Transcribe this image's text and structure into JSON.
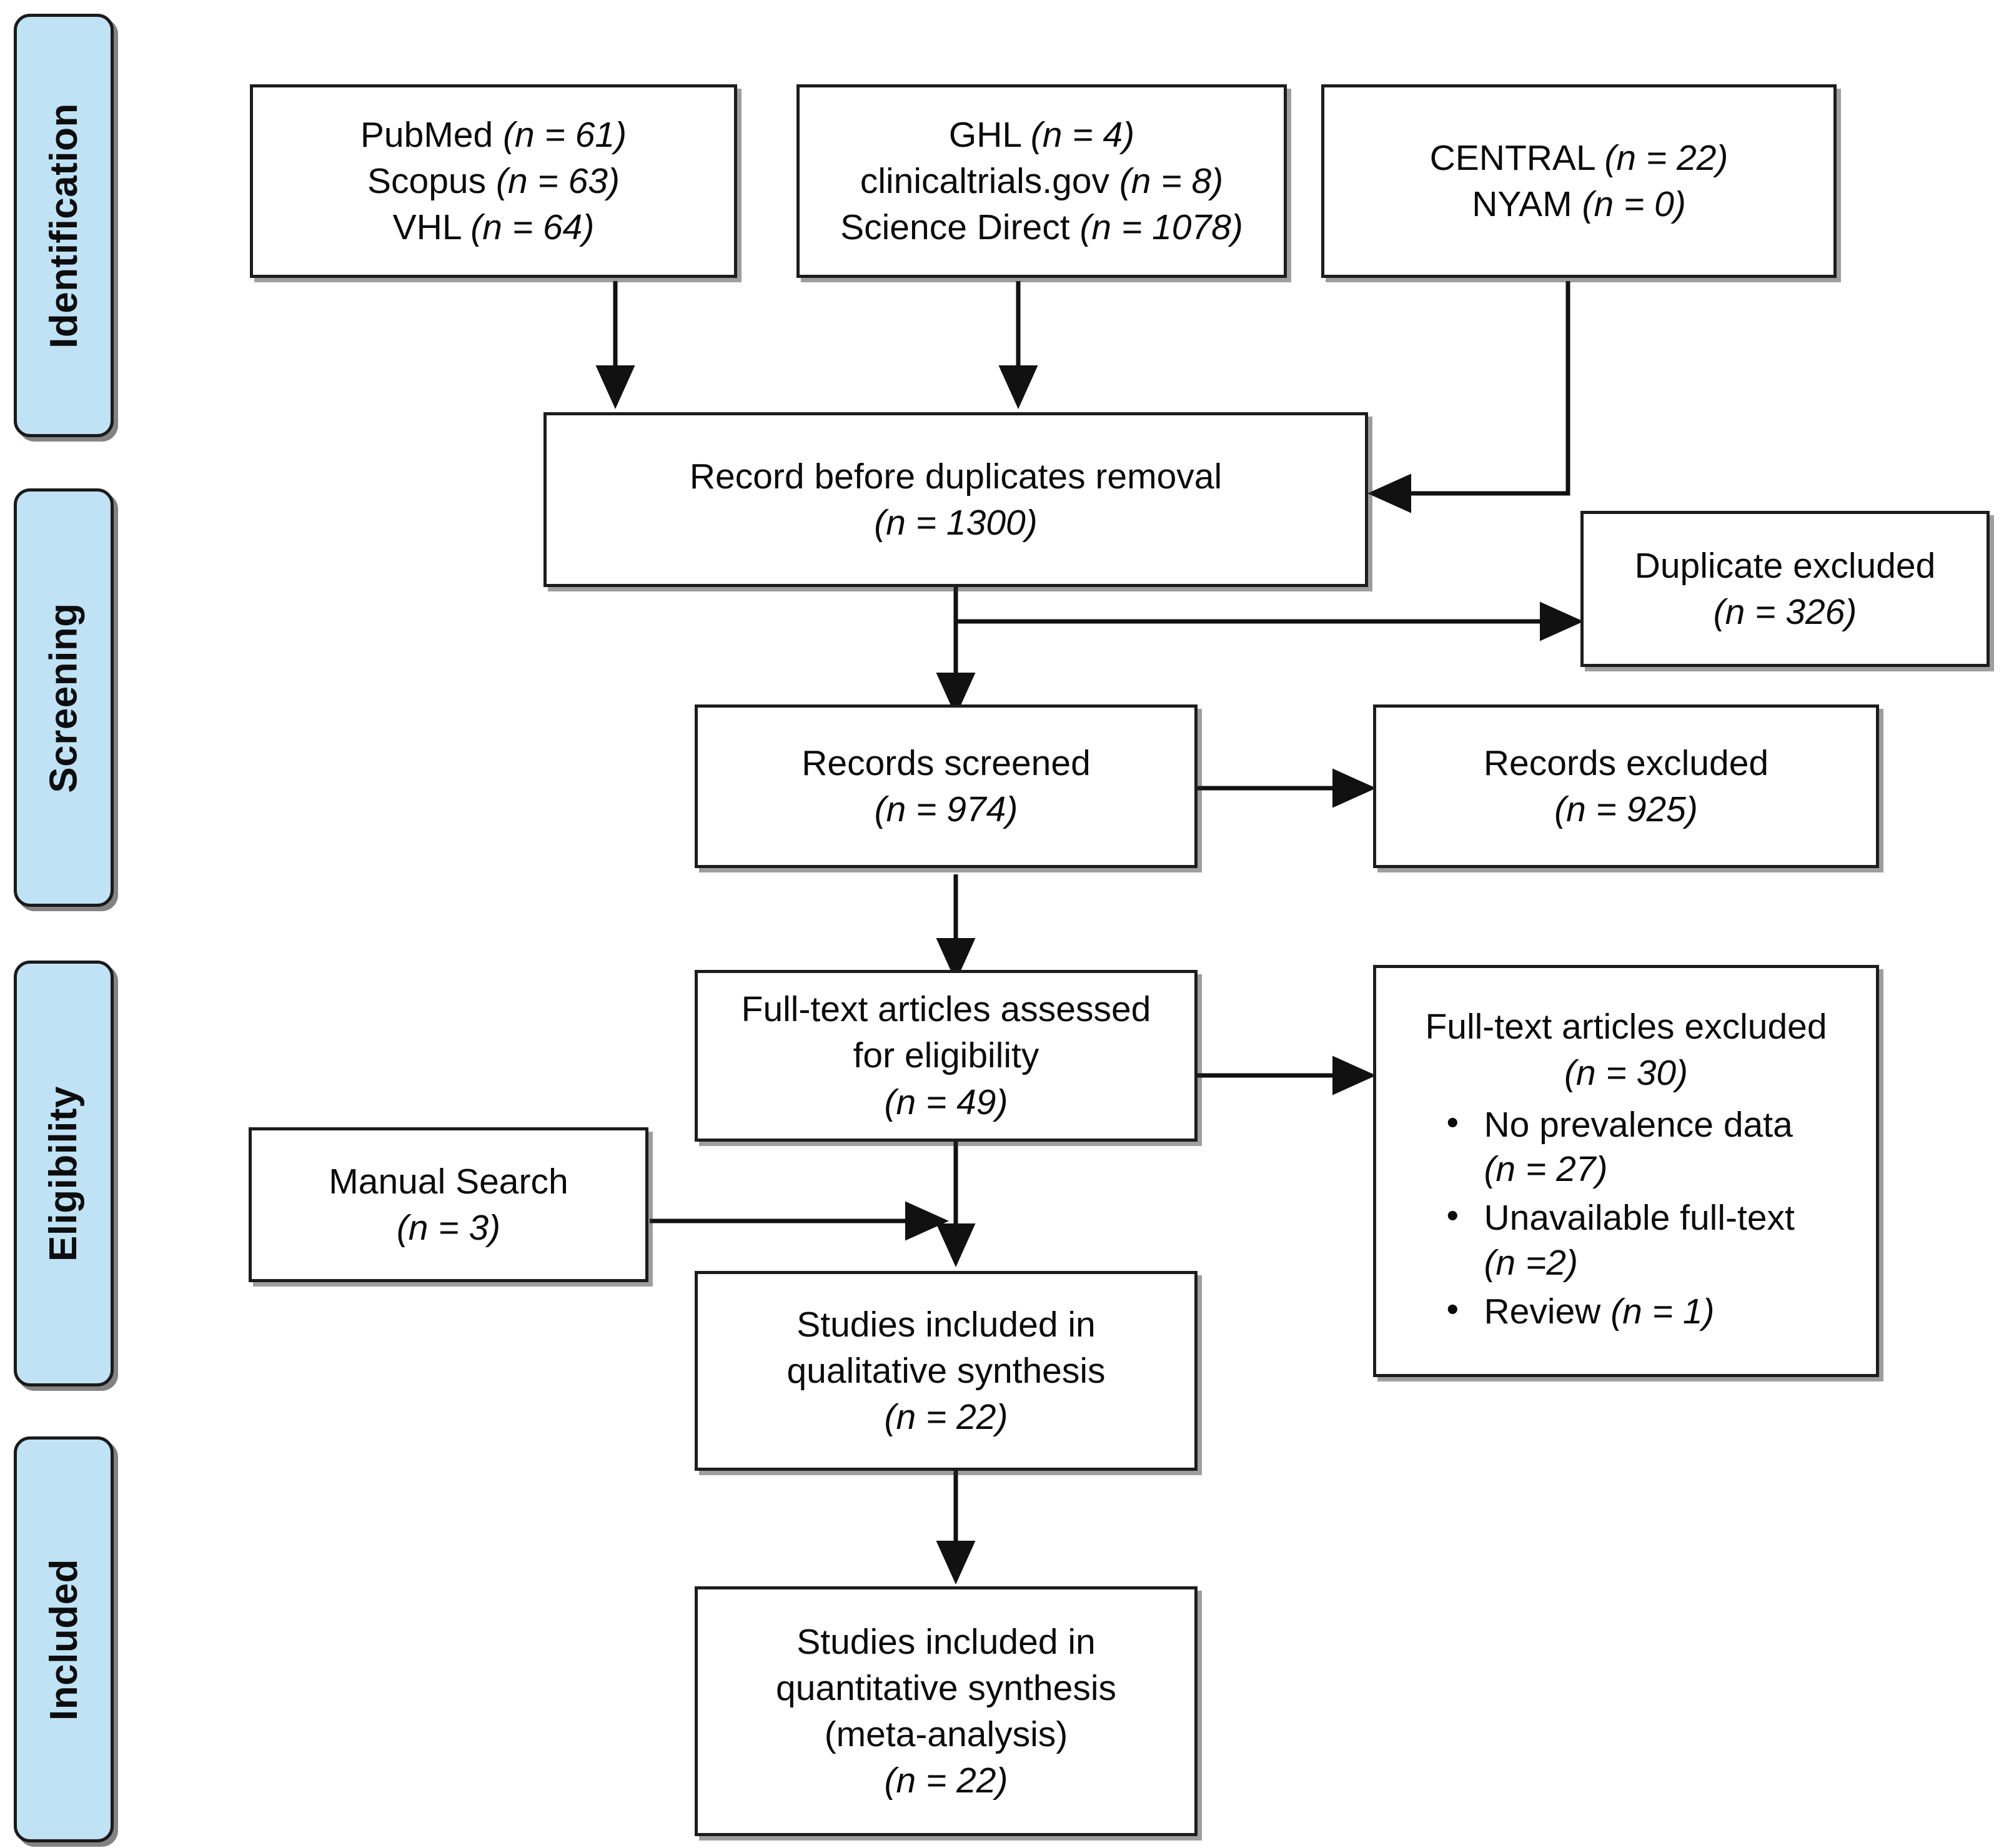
{
  "diagram": {
    "type": "prisma-flow-diagram",
    "stages": [
      {
        "id": "identification",
        "label": "Identification"
      },
      {
        "id": "screening",
        "label": "Screening"
      },
      {
        "id": "eligibility",
        "label": "Eligibility"
      },
      {
        "id": "included",
        "label": "Included"
      }
    ],
    "colors": {
      "stage_fill": "#bfe2f5",
      "stage_border": "#1a1a1a",
      "node_fill": "#ffffff",
      "node_border": "#1d1d1d",
      "text": "#0b0b0b"
    },
    "nodes": {
      "sources_1": {
        "lines": [
          {
            "label": "PubMed",
            "stat": "(n = 61)",
            "n": 61
          },
          {
            "label": "Scopus",
            "stat": "(n = 63)",
            "n": 63
          },
          {
            "label": "VHL",
            "stat": "(n = 64)",
            "n": 64
          }
        ]
      },
      "sources_2": {
        "lines": [
          {
            "label": "GHL",
            "stat": "(n = 4)",
            "n": 4
          },
          {
            "label": "clinicaltrials.gov",
            "stat": "(n = 8)",
            "n": 8
          },
          {
            "label": "Science Direct",
            "stat": "(n = 1078)",
            "n": 1078
          }
        ]
      },
      "sources_3": {
        "lines": [
          {
            "label": "CENTRAL",
            "stat": "(n = 22)",
            "n": 22
          },
          {
            "label": "NYAM",
            "stat": "(n = 0)",
            "n": 0
          }
        ]
      },
      "records_before_dedup": {
        "title": "Record before duplicates removal",
        "stat": "(n = 1300)",
        "n": 1300
      },
      "duplicates_excluded": {
        "title": "Duplicate excluded",
        "stat": "(n = 326)",
        "n": 326
      },
      "records_screened": {
        "title": "Records screened",
        "stat": "(n = 974)",
        "n": 974
      },
      "records_excluded": {
        "title": "Records excluded",
        "stat": "(n = 925)",
        "n": 925
      },
      "fulltext_assessed": {
        "line1": "Full-text articles assessed",
        "line2": "for eligibility",
        "stat": "(n = 49)",
        "n": 49
      },
      "fulltext_excluded": {
        "title": "Full-text articles excluded",
        "stat": "(n = 30)",
        "n": 30,
        "reasons": [
          {
            "text": "No prevalence data",
            "stat": "(n = 27)",
            "n": 27
          },
          {
            "text": "Unavailable full-text",
            "stat": "(n =2)",
            "n": 2
          },
          {
            "text": "Review",
            "stat": "(n = 1)",
            "n": 1,
            "inline": true
          }
        ]
      },
      "manual_search": {
        "title": "Manual Search",
        "stat": "(n = 3)",
        "n": 3
      },
      "qualitative_synthesis": {
        "line1": "Studies included in",
        "line2": "qualitative synthesis",
        "stat": "(n = 22)",
        "n": 22
      },
      "quantitative_synthesis": {
        "line1": "Studies included in",
        "line2": "quantitative synthesis",
        "line3": "(meta-analysis)",
        "stat": "(n = 22)",
        "n": 22
      }
    }
  }
}
